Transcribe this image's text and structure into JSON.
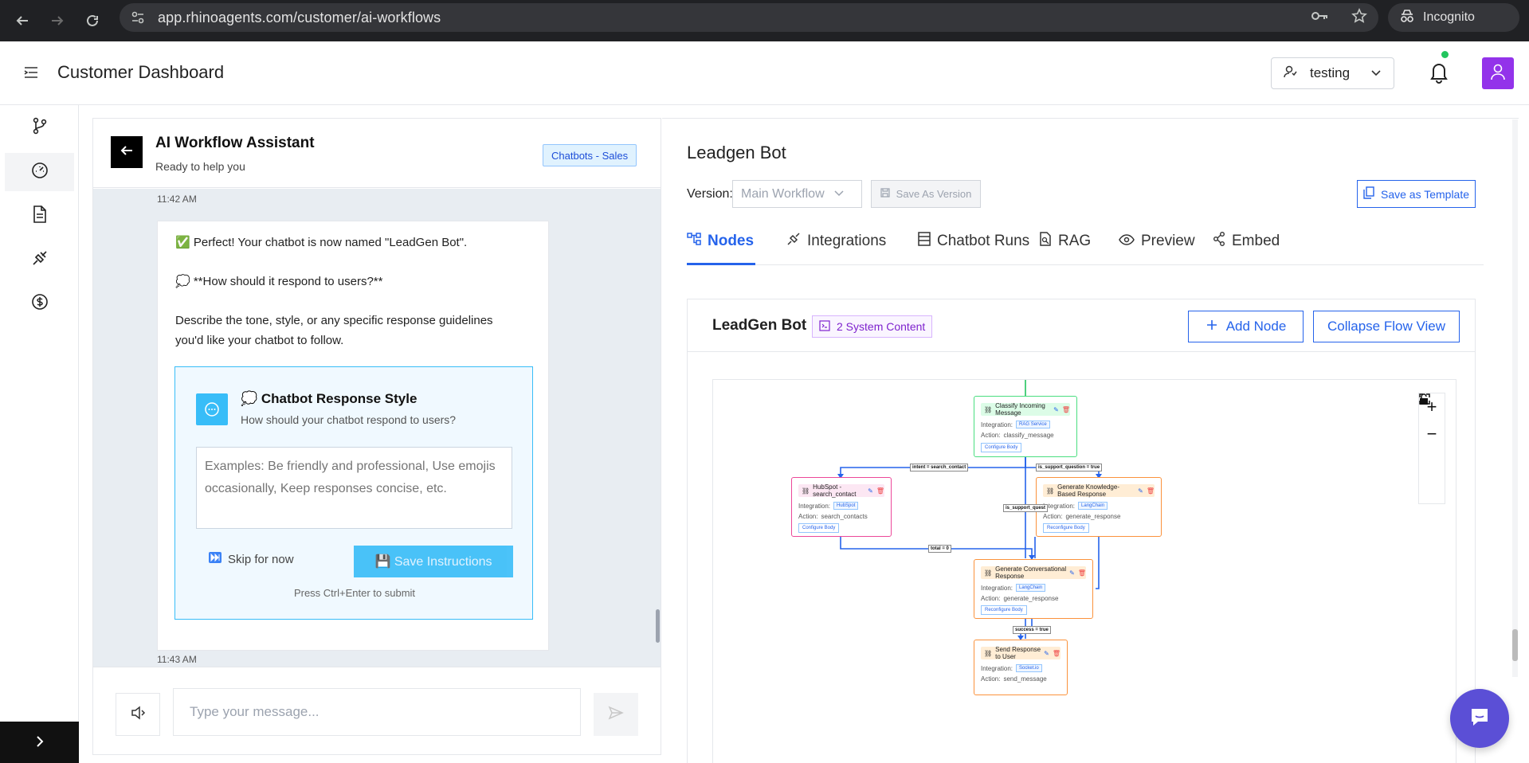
{
  "browser": {
    "url": "app.rhinoagents.com/customer/ai-workflows",
    "incognito_label": "Incognito"
  },
  "header": {
    "title": "Customer Dashboard",
    "org": "testing"
  },
  "chat": {
    "title": "AI Workflow Assistant",
    "subtitle": "Ready to help you",
    "tag": "Chatbots - Sales",
    "time_top": "11:42 AM",
    "time_bottom": "11:43 AM",
    "messages": [
      "✅ Perfect! Your chatbot is now named \"LeadGen Bot\".",
      "💭 **How should it respond to users?**",
      "Describe the tone, style, or any specific response guidelines",
      "you'd like your chatbot to follow."
    ],
    "form": {
      "title": "💭 Chatbot Response Style",
      "subtitle": "How should your chatbot respond to users?",
      "placeholder": "Examples: Be friendly and professional, Use emojis occasionally, Keep responses concise, etc.",
      "skip_label": "Skip for now",
      "save_label": "💾 Save Instructions",
      "hint": "Press Ctrl+Enter to submit"
    },
    "input_placeholder": "Type your message..."
  },
  "workflow": {
    "bot_title": "Leadgen Bot",
    "version_label": "Version:",
    "version_value": "Main Workflow",
    "save_version_label": "Save As Version",
    "save_template_label": "Save as Template",
    "tabs": [
      "Nodes",
      "Integrations",
      "Chatbot Runs",
      "RAG",
      "Preview",
      "Embed"
    ],
    "flow_title": "LeadGen Bot",
    "system_badge": "2 System Content",
    "add_node_label": "Add Node",
    "collapse_label": "Collapse Flow View",
    "node_labels": {
      "integration": "Integration:",
      "action": "Action:"
    },
    "nodes": [
      {
        "title": "Classify Incoming Message",
        "integration": "RAG Service",
        "action": "classify_message",
        "button": "Configure Body",
        "color": "#4ade80"
      },
      {
        "title": "HubSpot - search_contact",
        "integration": "HubSpot",
        "action": "search_contacts",
        "button": "Configure Body",
        "color": "#ec4899"
      },
      {
        "title": "Generate Knowledge-Based Response",
        "integration": "LangChain",
        "action": "generate_response",
        "button": "Reconfigure Body",
        "color": "#fb923c"
      },
      {
        "title": "Generate Conversational Response",
        "integration": "LangChain",
        "action": "generate_response",
        "button": "Reconfigure Body",
        "color": "#fb923c"
      },
      {
        "title": "Send Response to User",
        "integration": "Socket.io",
        "action": "send_message",
        "button": "",
        "color": "#fb923c"
      }
    ],
    "edges": [
      "intent = search_contact",
      "is_support_question = true",
      "is_support_quest",
      "total = 0",
      "success = true"
    ]
  },
  "colors": {
    "accent": "#2563eb",
    "avatar": "#9333ea",
    "form_accent": "#38bdf8",
    "fab": "#5b4fd6"
  }
}
